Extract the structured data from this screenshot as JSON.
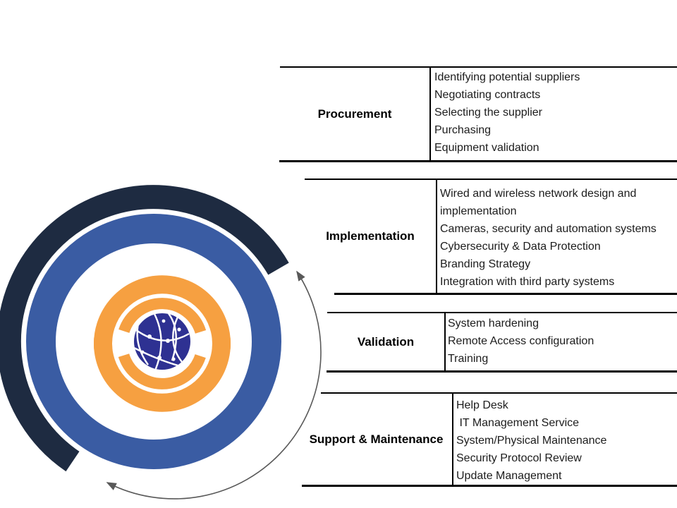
{
  "diagram_title": "",
  "graphic": {
    "icons": [
      "network-globe-icon",
      "orange-swirl-logo",
      "cycle-arrow-icon",
      "dark-outer-arc",
      "blue-ring"
    ],
    "colors": {
      "dark_navy": "#1e2b41",
      "blue_ring": "#3a5ca3",
      "orange": "#f6a041",
      "globe": "#2e3192",
      "globe_lines": "#ffffff",
      "arrow": "#595959",
      "table_line": "#000000"
    }
  },
  "sections": [
    {
      "header": "Procurement",
      "items": [
        "Identifying potential suppliers",
        "Negotiating contracts",
        "Selecting the supplier",
        "Purchasing",
        "Equipment validation"
      ]
    },
    {
      "header": "Implementation",
      "items": [
        "Wired and wireless network design and implementation",
        "Cameras, security and automation systems",
        "Cybersecurity & Data Protection",
        "Branding Strategy",
        "Integration with third party systems"
      ]
    },
    {
      "header": "Validation",
      "items": [
        "System hardening",
        "Remote Access configuration",
        "Training"
      ]
    },
    {
      "header": "Support & Maintenance",
      "items": [
        "Help Desk",
        " IT Management Service",
        "System/Physical Maintenance",
        "Security Protocol Review",
        "Update Management"
      ]
    }
  ]
}
